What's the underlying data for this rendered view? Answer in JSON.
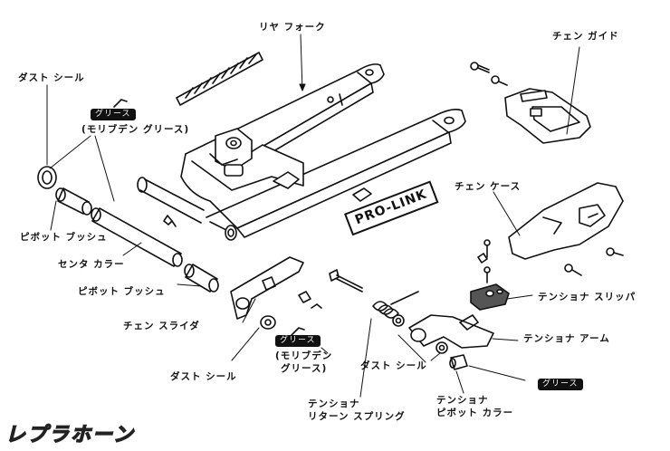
{
  "labels": {
    "rear_fork": "リヤ フォーク",
    "chain_guide": "チェン ガイド",
    "dust_seal_top": "ダスト シール",
    "moly_grease_top": "(モリブデン グリース)",
    "pivot_bush_left": "ピボット ブッシュ",
    "center_collar": "センタ カラー",
    "pivot_bush_lower": "ピボット ブッシュ",
    "chain_case": "チェン ケース",
    "tensioner_slipper": "テンショナ スリッパ",
    "chain_slider": "チェン スライダ",
    "tensioner_arm": "テンショナ アーム",
    "moly_grease_mid_1": "(モリブデン",
    "moly_grease_mid_2": "グリース)",
    "dust_seal_mid": "ダスト シール",
    "dust_seal_right": "ダスト シール",
    "tensioner_spring_1": "テンショナ",
    "tensioner_spring_2": "リターン スプリング",
    "tensioner_pivot_collar_1": "テンショナ",
    "tensioner_pivot_collar_2": "ピボット カラー"
  },
  "grease_tags": {
    "top": "グリース",
    "mid": "グリース",
    "right": "グリース"
  },
  "decal": {
    "text": "PRO-LINK"
  },
  "logo": {
    "text": "レプラホーン"
  }
}
